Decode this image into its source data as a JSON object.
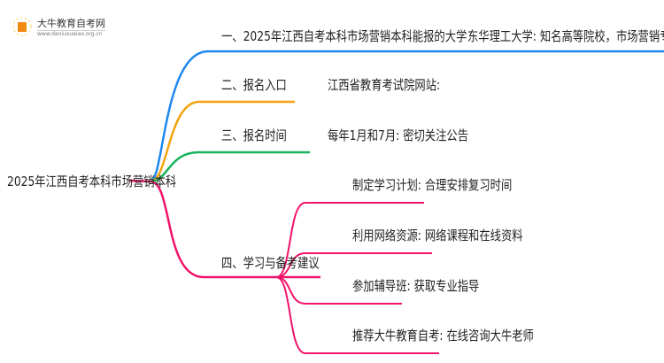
{
  "logo": {
    "title": "大牛教育自考网",
    "url": "www.daniuxueiao.org.cn"
  },
  "root": "2025年江西自考本科市场营销本科",
  "branches": [
    {
      "label": "一、2025年江西自考本科市场营销本科能报的大学",
      "detail": "东华理工大学: 知名高等院校，市场营销专业优秀",
      "color": "#1e88f0"
    },
    {
      "label": "二、报名入口",
      "detail": "江西省教育考试院网站:",
      "color": "#f2a30f"
    },
    {
      "label": "三、报名时间",
      "detail": "每年1月和7月: 密切关注公告",
      "color": "#18b35c"
    },
    {
      "label": "四、学习与备考建议",
      "color": "#f0136b",
      "children": [
        "制定学习计划: 合理安排复习时间",
        "利用网络资源: 网络课程和在线资料",
        "参加辅导班: 获取专业指导",
        "推荐大牛教育自考: 在线咨询大牛老师"
      ]
    }
  ]
}
